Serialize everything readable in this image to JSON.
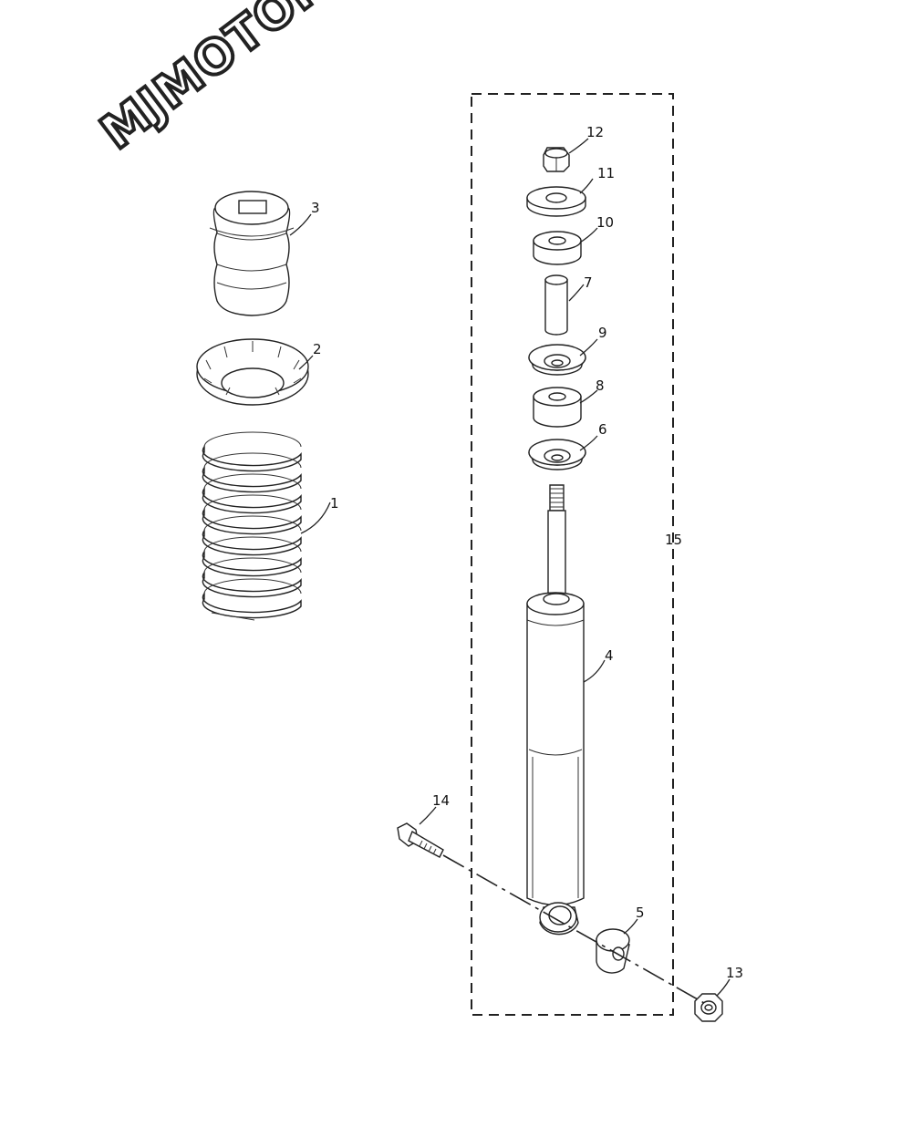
{
  "watermark": "MJMOTOR",
  "callouts": [
    {
      "id": "1",
      "text": "1"
    },
    {
      "id": "2",
      "text": "2"
    },
    {
      "id": "3",
      "text": "3"
    },
    {
      "id": "4",
      "text": "4"
    },
    {
      "id": "5",
      "text": "5"
    },
    {
      "id": "6",
      "text": "6"
    },
    {
      "id": "7",
      "text": "7"
    },
    {
      "id": "8",
      "text": "8"
    },
    {
      "id": "9",
      "text": "9"
    },
    {
      "id": "10",
      "text": "10"
    },
    {
      "id": "11",
      "text": "11"
    },
    {
      "id": "12",
      "text": "12"
    },
    {
      "id": "13",
      "text": "13"
    },
    {
      "id": "14",
      "text": "14"
    },
    {
      "id": "15",
      "text": "15"
    }
  ],
  "colors": {
    "line": "#222222",
    "background": "#ffffff"
  }
}
